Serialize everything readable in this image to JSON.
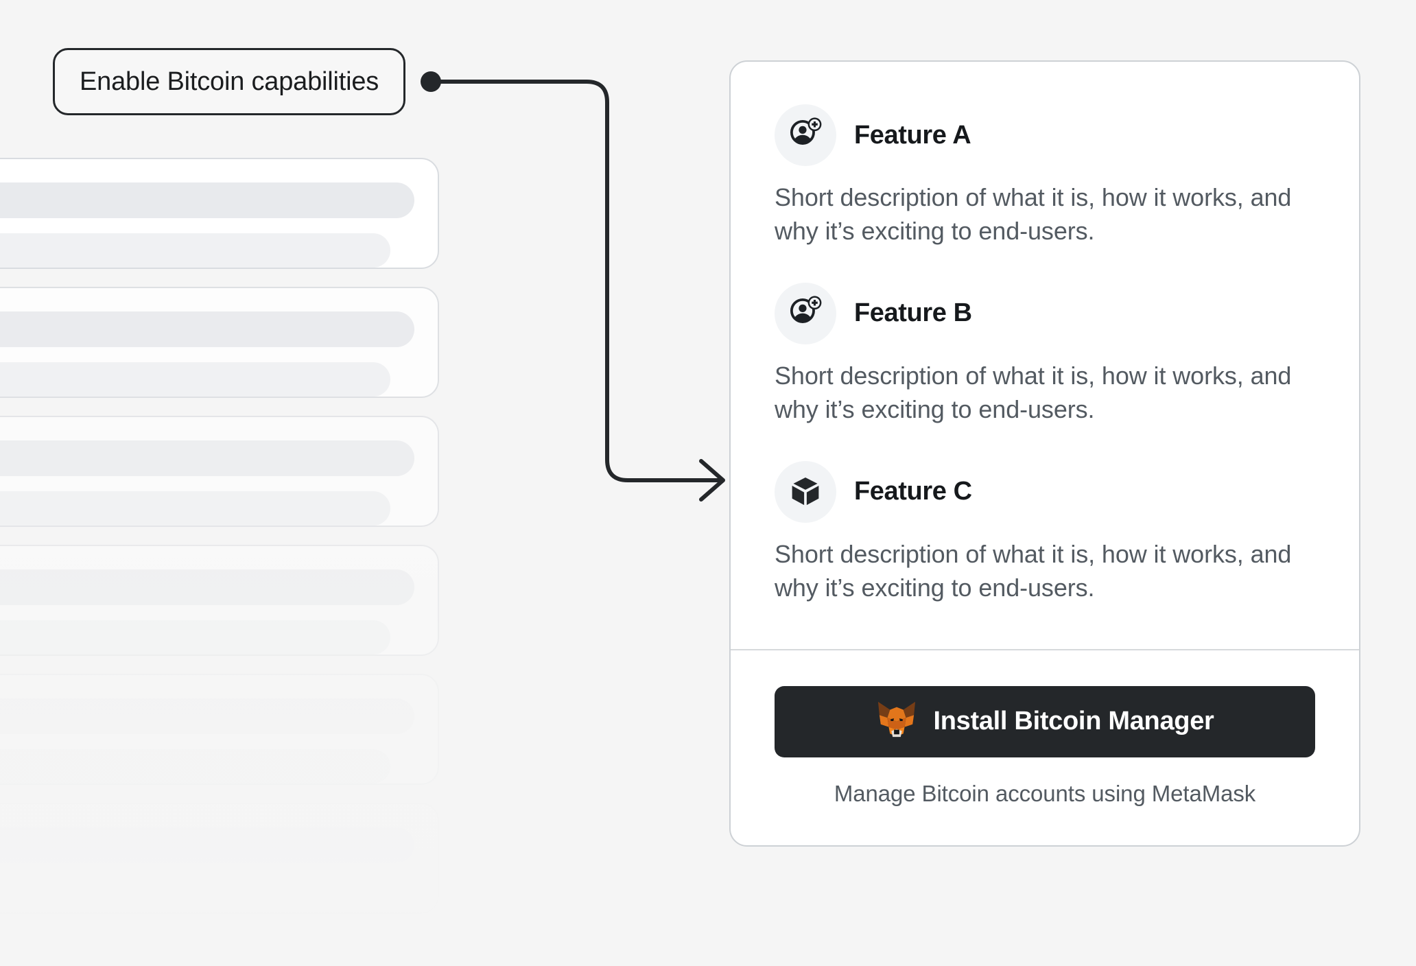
{
  "callout": {
    "label": "Enable Bitcoin capabilities",
    "connector_color": "#24272A"
  },
  "ghost_list": {
    "item_count": 6,
    "placeholder_card_name": "skeleton-card"
  },
  "card": {
    "features": [
      {
        "icon": "account-add-icon",
        "title": "Feature A",
        "description": "Short description of what it is, how it works, and why it’s exciting to end-users."
      },
      {
        "icon": "account-add-icon",
        "title": "Feature B",
        "description": "Short description of what it is, how it works, and why it’s exciting to end-users."
      },
      {
        "icon": "cube-snap-icon",
        "title": "Feature C",
        "description": "Short description of what it is, how it works, and why it’s exciting to end-users."
      }
    ],
    "footer": {
      "button_label": "Install Bitcoin Manager",
      "button_icon": "metamask-fox-icon",
      "note": "Manage Bitcoin accounts using MetaMask",
      "button_bg": "#24272A",
      "button_text_color": "#FFFFFF"
    }
  },
  "theme": {
    "page_bg": "#F5F5F5",
    "card_bg": "#FFFFFF",
    "card_border": "#CDD1D5",
    "icon_bg": "#F2F4F6",
    "text_primary": "#16191C",
    "text_secondary": "#535A61",
    "fox_orange": "#E2761B",
    "fox_dark_orange": "#CD6116",
    "fox_brown": "#763D16",
    "fox_cream": "#E4DDD5"
  }
}
